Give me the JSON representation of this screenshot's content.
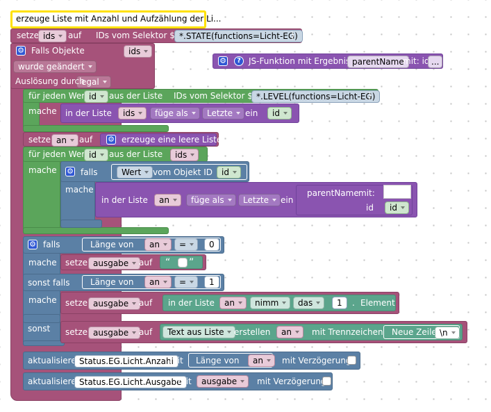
{
  "script": {
    "title": "erzeuge Liste mit Anzahl und Aufzählung der Li...",
    "set_ids": {
      "setze": "setze",
      "var": "ids",
      "auf": "auf",
      "ids_label": "IDs vom Selektor $(",
      "selector": "*.STATE(functions=Licht-EG)",
      "close": ")"
    },
    "trigger": {
      "falls_objekte": "Falls Objekte",
      "var": "ids",
      "condition": "wurde geändert",
      "ausloesung": "Auslösung durch",
      "source": "egal"
    },
    "js_function": {
      "label": "JS-Funktion mit Ergebnis",
      "name": "parentName",
      "mit": "mit: id",
      "more": "..."
    },
    "loop1": {
      "fuer_jeden": "für jeden Wert",
      "var": "id",
      "aus_der_liste": "aus der Liste",
      "ids_label": "IDs vom Selektor $(",
      "selector": "*.LEVEL(functions=Licht-EG)",
      "close": ")",
      "mache": "mache",
      "in_der_liste": "in der Liste",
      "list_var": "ids",
      "fuege_als": "füge als",
      "position": "Letzte",
      "ein": "ein",
      "item_var": "id"
    },
    "set_an": {
      "setze": "setze",
      "var": "an",
      "auf": "auf",
      "create": "erzeuge eine leere Liste"
    },
    "loop2": {
      "fuer_jeden": "für jeden Wert",
      "var": "id",
      "aus_der_liste": "aus der Liste",
      "list_var": "ids",
      "mache": "mache",
      "falls": "falls",
      "wert": "Wert",
      "vom_objekt": "vom Objekt ID",
      "obj_var": "id",
      "mache_inner": "mache",
      "in_der_liste": "in der Liste",
      "list_var2": "an",
      "fuege_als": "füge als",
      "position": "Letzte",
      "ein": "ein",
      "call_name": "parentName",
      "call_mit": "mit:",
      "param": "id",
      "param_var": "id"
    },
    "if_block": {
      "falls": "falls",
      "laenge_von": "Länge von",
      "var": "an",
      "op": "=",
      "zero": "0",
      "mache": "mache",
      "setze": "setze",
      "ausgabe": "ausgabe",
      "auf": "auf",
      "quote_open": "“",
      "quote_close": "”",
      "sonst_falls": "sonst falls",
      "laenge_von2": "Länge von",
      "var2": "an",
      "op2": "=",
      "one": "1",
      "mache2": "mache",
      "setze2": "setze",
      "ausgabe2": "ausgabe",
      "auf2": "auf",
      "in_der_liste": "in der Liste",
      "list_var": "an",
      "nimm": "nimm",
      "das": "das",
      "index": "1",
      "dot": ".",
      "element": "Element",
      "sonst": "sonst",
      "setze3": "setze",
      "ausgabe3": "ausgabe",
      "auf3": "auf",
      "text_aus_liste": "Text aus Liste",
      "erstellen": "erstellen",
      "list_var3": "an",
      "mit_trennzeichen": "mit Trennzeichen",
      "newline_label": "Neue Zeile",
      "newline_val": "\\n"
    },
    "update1": {
      "label": "aktualisiere",
      "state": "Status.EG.Licht.Anzahl",
      "mit": "mit",
      "laenge_von": "Länge von",
      "var": "an",
      "verzoegerung": "mit Verzögerung"
    },
    "update2": {
      "label": "aktualisiere",
      "state": "Status.EG.Licht.Ausgabe",
      "mit": "mit",
      "var": "ausgabe",
      "verzoegerung": "mit Verzögerung"
    }
  },
  "colors": {
    "event": "#a6527a",
    "procedure": "#8a54b0",
    "logic": "#5b80a5",
    "loop": "#5ba55b",
    "text": "#5ba58c",
    "highlight": "#ffe100"
  }
}
